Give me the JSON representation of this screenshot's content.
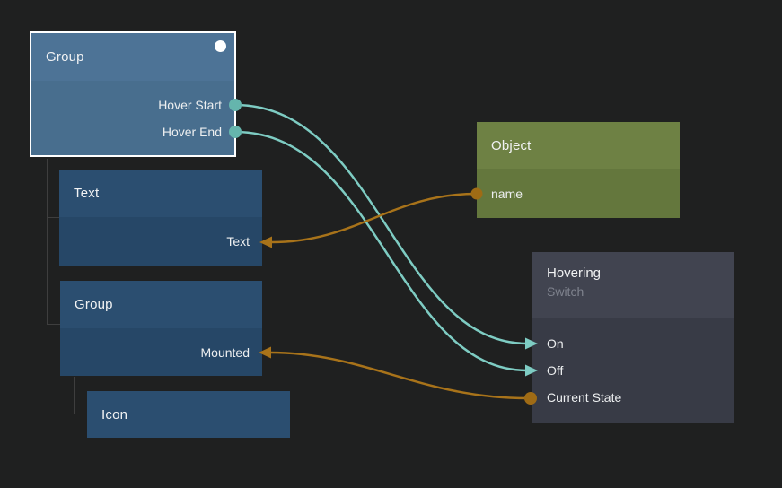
{
  "colors": {
    "canvas-bg": "#1f2020",
    "group1-header": "#4d7396",
    "group1-body": "#486e8e",
    "blue-header": "#2b4e70",
    "blue-body": "#264767",
    "object-header": "#6e8144",
    "object-body": "#64773d",
    "switch-header": "#414450",
    "switch-body": "#383b46",
    "teal-wire": "#7eccc3",
    "teal-port": "#65b5ad",
    "orange-wire": "#a8731a",
    "orange-port": "#9f6b15",
    "selection": "#ffffff",
    "tree-line": "#3e3e3e",
    "title-text": "#f2f3f4",
    "port-text": "#edeff0",
    "subtitle-text": "#7e828d"
  },
  "nodes": {
    "group1": {
      "title": "Group",
      "selected": true,
      "ports": {
        "hover_start": "Hover Start",
        "hover_end": "Hover End"
      }
    },
    "text": {
      "title": "Text",
      "ports": {
        "text": "Text"
      }
    },
    "group2": {
      "title": "Group",
      "ports": {
        "mounted": "Mounted"
      }
    },
    "icon": {
      "title": "Icon"
    },
    "object": {
      "title": "Object",
      "ports": {
        "name": "name"
      }
    },
    "hovering": {
      "title": "Hovering",
      "subtitle": "Switch",
      "ports": {
        "on": "On",
        "off": "Off",
        "current_state": "Current State"
      }
    }
  },
  "edges": [
    {
      "from": "Group.Hover Start",
      "to": "Hovering.On",
      "color": "teal"
    },
    {
      "from": "Group.Hover End",
      "to": "Hovering.Off",
      "color": "teal"
    },
    {
      "from": "Object.name",
      "to": "Text.Text",
      "color": "orange"
    },
    {
      "from": "Hovering.Current State",
      "to": "Group.Mounted",
      "color": "orange"
    }
  ]
}
